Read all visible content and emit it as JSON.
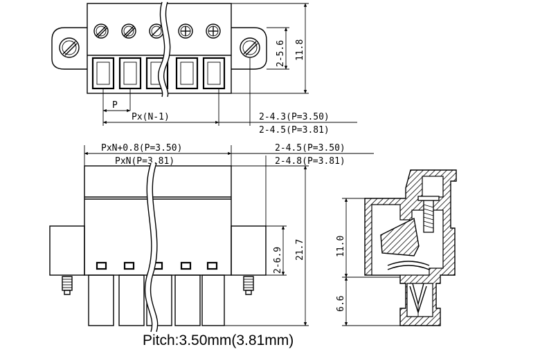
{
  "labels": {
    "pitch_p": "P",
    "px_n_minus_1": "Px(N-1)",
    "top_right_a": "2-4.3(P=3.50)",
    "top_right_b": "2-4.5(P=3.81)",
    "dim_5_6": "2-5.6",
    "dim_11_8": "11.8",
    "mid_left_a": "PxN+0.8(P=3.50)",
    "mid_left_b": "PxN(P=3.81)",
    "mid_right_a": "2-4.5(P=3.50)",
    "mid_right_b": "2-4.8(P=3.81)",
    "dim_6_9": "2-6.9",
    "dim_21_7": "21.7",
    "dim_11_0": "11.0",
    "dim_6_6": "6.6",
    "caption": "Pitch:3.50mm(3.81mm)"
  }
}
